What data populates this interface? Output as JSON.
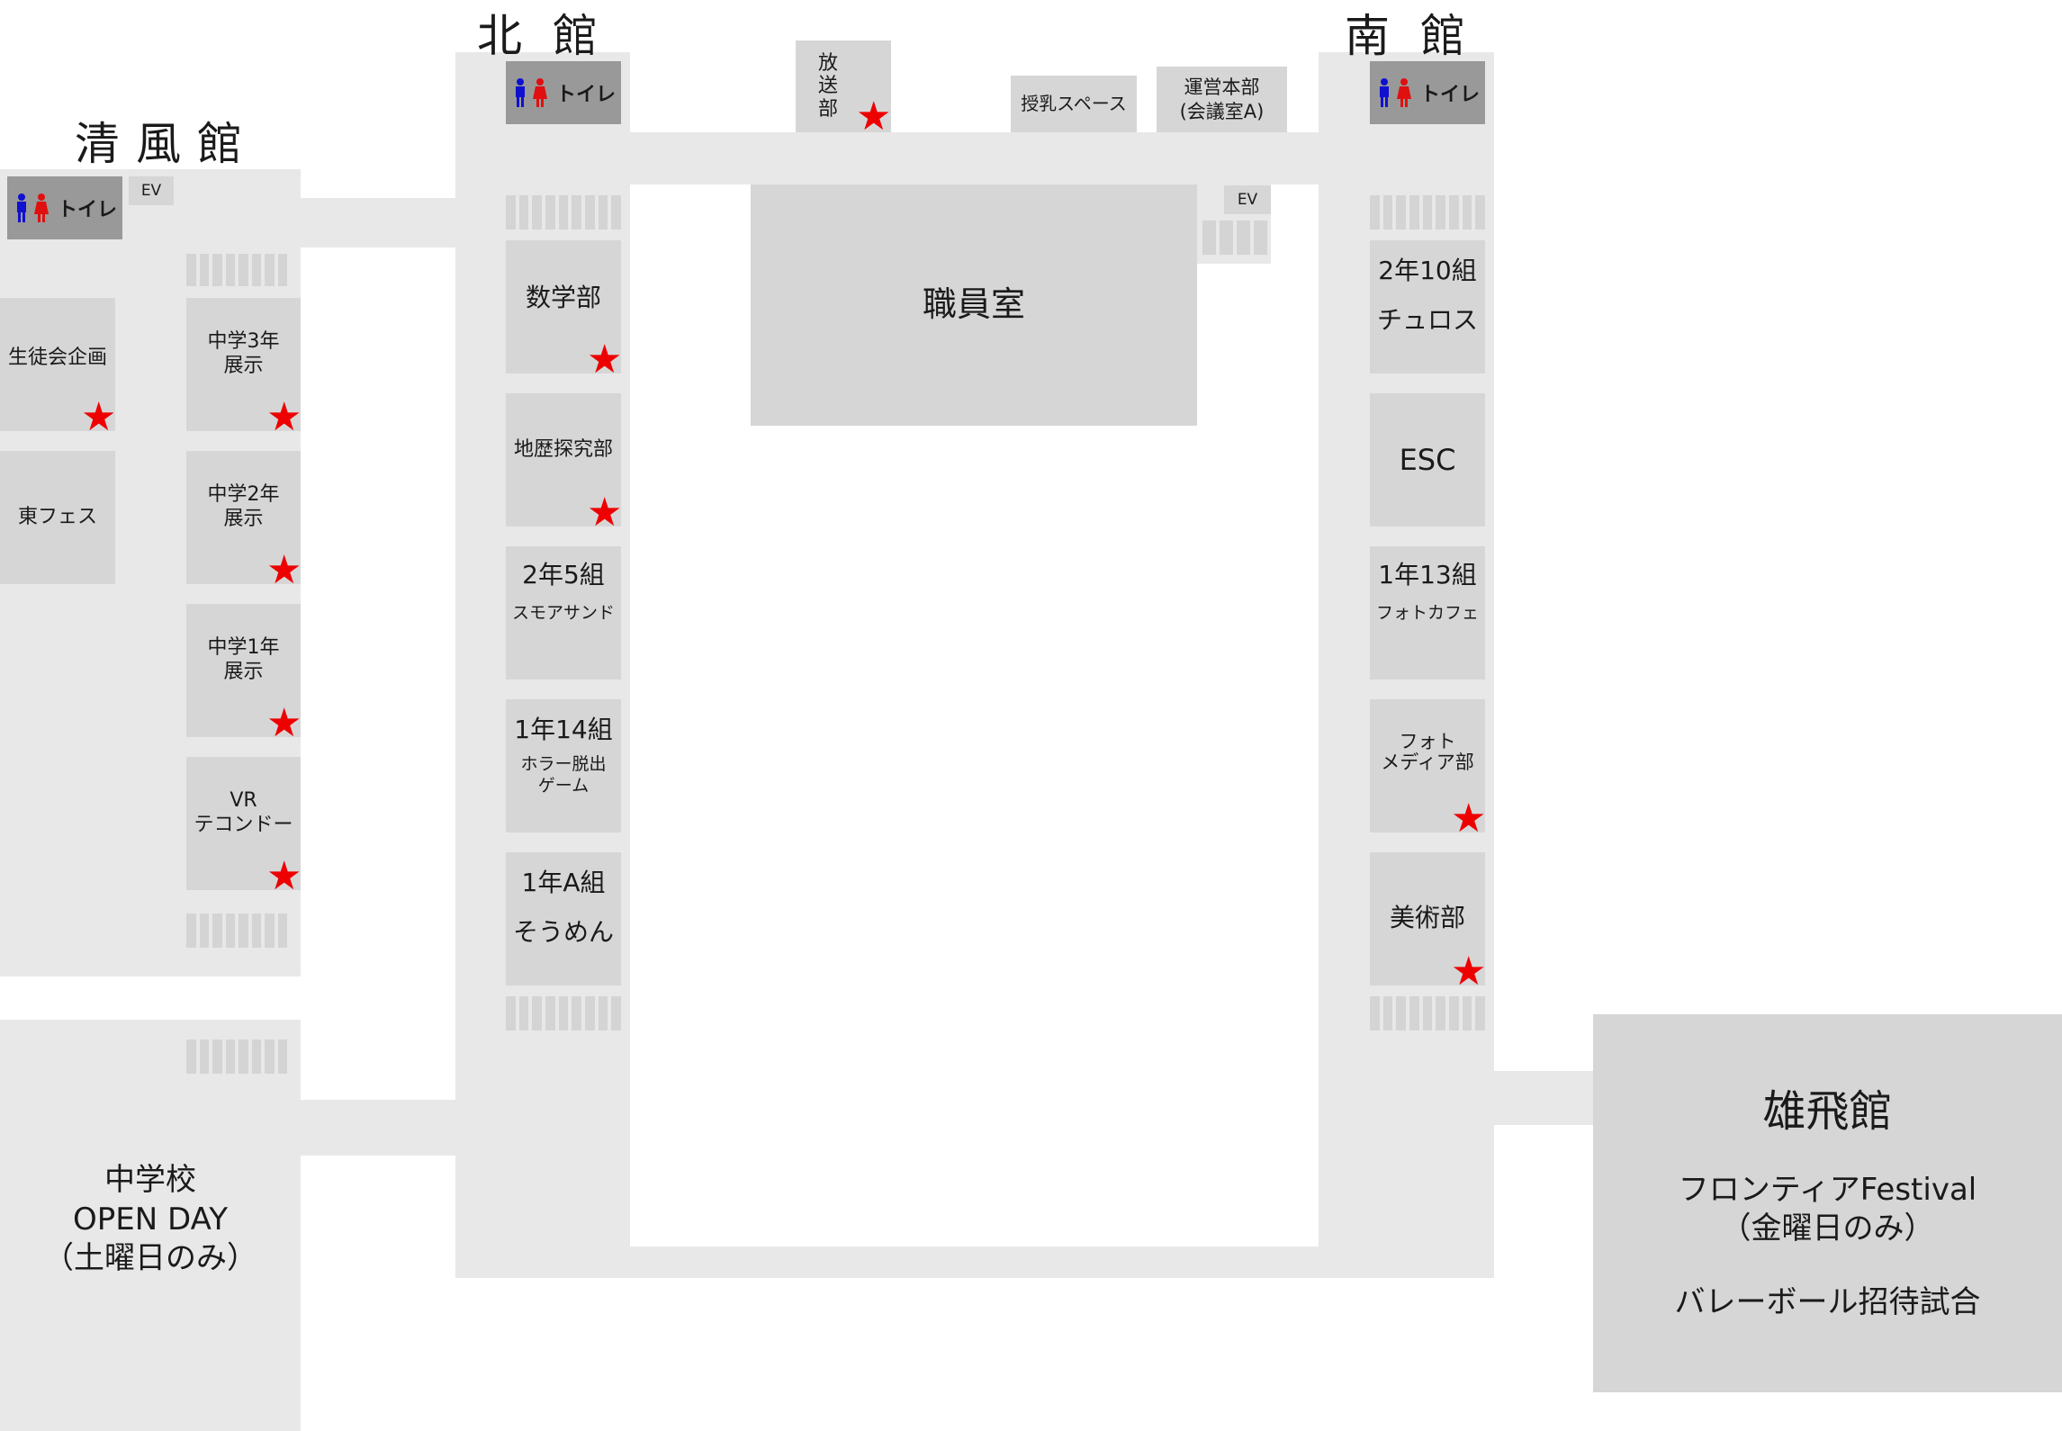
{
  "buildings": {
    "seifu": "清風館",
    "north": "北館",
    "south": "南館",
    "yuhi": "雄飛館"
  },
  "toilet_label": "トイレ",
  "ev_label": "EV",
  "north_top": {
    "broadcast": [
      "放",
      "送",
      "部"
    ],
    "nursing": "授乳スペース",
    "hq_line1": "運営本部",
    "hq_line2": "(会議室A)"
  },
  "staff_room": "職員室",
  "seifu_rooms": {
    "council": "生徒会企画",
    "higashi": "東フェス",
    "jh3_l1": "中学3年",
    "jh3_l2": "展示",
    "jh2_l1": "中学2年",
    "jh2_l2": "展示",
    "jh1_l1": "中学1年",
    "jh1_l2": "展示",
    "vr_l1": "VR",
    "vr_l2": "テコンドー"
  },
  "north_rooms": {
    "math": "数学部",
    "geo": "地歴探究部",
    "c25_l1": "2年5組",
    "c25_l2": "スモアサンド",
    "c114_l1": "1年14組",
    "c114_l2": "ホラー脱出",
    "c114_l3": "ゲーム",
    "c1a_l1": "1年A組",
    "c1a_l2": "そうめん"
  },
  "south_rooms": {
    "c210_l1": "2年10組",
    "c210_l2": "チュロス",
    "esc": "ESC",
    "c113_l1": "1年13組",
    "c113_l2": "フォトカフェ",
    "photo_l1": "フォト",
    "photo_l2": "メディア部",
    "art": "美術部"
  },
  "junior_high": {
    "l1": "中学校",
    "l2": "OPEN DAY",
    "l3": "（土曜日のみ）"
  },
  "yuhi_events": {
    "l1": "フロンティアFestival",
    "l2": "（金曜日のみ）",
    "l3": "バレーボール招待試合"
  },
  "colors": {
    "corridor": "#e8e8e8",
    "room": "#d6d6d6",
    "toilet_bg": "#999999",
    "star": "#ee0000",
    "male_icon": "#1010d0",
    "female_icon": "#e01010"
  }
}
